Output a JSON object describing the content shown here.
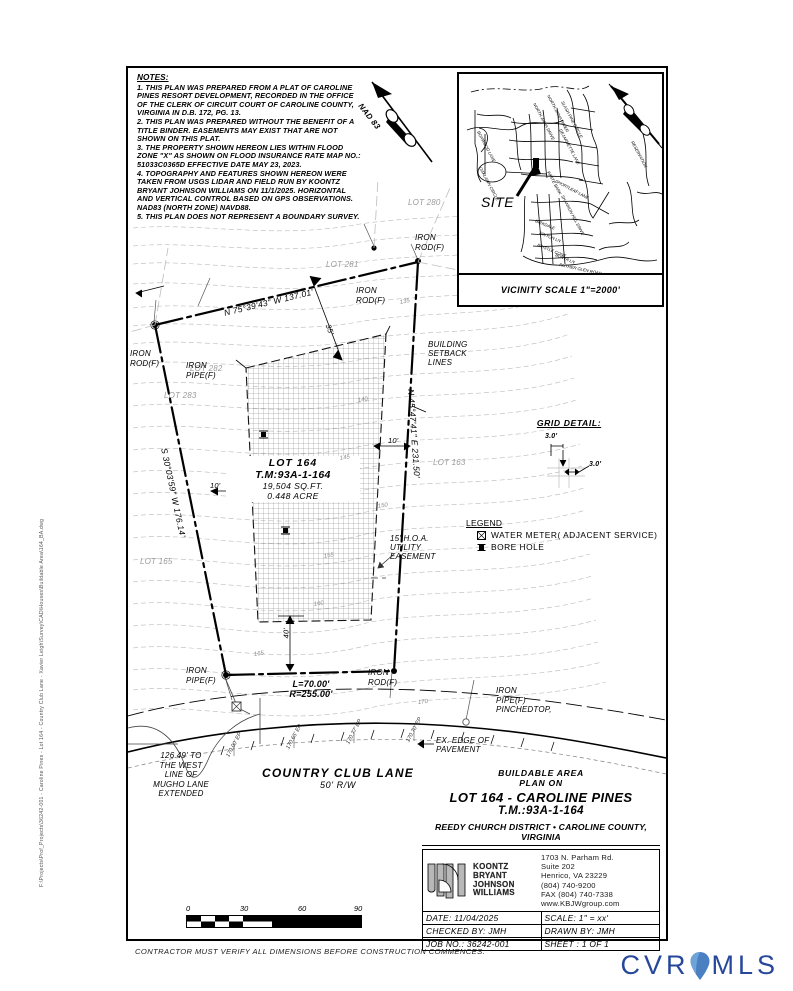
{
  "notes": {
    "heading": "NOTES:",
    "items": [
      "1. THIS PLAN WAS PREPARED FROM A PLAT OF CAROLINE PINES RESORT DEVELOPMENT, RECORDED IN THE OFFICE OF THE CLERK OF CIRCUIT COURT OF CAROLINE COUNTY, VIRGINIA IN D.B. 172, PG. 13.",
      "2. THIS PLAN WAS PREPARED WITHOUT THE BENEFIT OF A TITLE BINDER. EASEMENTS MAY EXIST THAT ARE NOT SHOWN ON THIS PLAT.",
      "3. THE PROPERTY SHOWN HEREON LIES WITHIN FLOOD ZONE \"X\" AS SHOWN ON FLOOD INSURANCE RATE MAP NO.: 51033C0365D EFFECTIVE DATE MAY 23, 2023.",
      "4. TOPOGRAPHY AND FEATURES SHOWN HEREON WERE TAKEN FROM USGS LIDAR AND FIELD RUN BY KOONTZ BRYANT JOHNSON WILLIAMS ON 11/1/2025. HORIZONTAL AND VERTICAL CONTROL BASED ON GPS OBSERVATIONS. NAD83 (NORTH ZONE) NAVD88.",
      "5. THIS PLAN DOES NOT REPRESENT A BOUNDARY SURVEY."
    ]
  },
  "north_arrow": {
    "label": "NAD 83"
  },
  "vicinity": {
    "site_label": "SITE",
    "scale_caption": "VICINITY SCALE 1\"=2000'",
    "streets": [
      "NORTH ANNA DRIVE",
      "NORTH ANNA RIVER",
      "SLASH PINE CIRCLE",
      "BOXWOOD LANE",
      "OAKLAWN CIRCLE",
      "DEJARNETTE LANE",
      "WHITE BARK",
      "SHORTLEAF LANE",
      "SHANNON HILL DRIVE",
      "BIRKDALE",
      "PINYON LN",
      "BRISTLE CONE",
      "BUNYA LN",
      "RUTHER GLEN ROAD",
      "RESERVATION"
    ]
  },
  "grid_detail": {
    "title": "GRID DETAIL:",
    "dim_vertical": "3.0'",
    "dim_horizontal": "3.0'"
  },
  "legend": {
    "title": "LEGEND",
    "items": [
      {
        "symbol": "water-meter",
        "label": "WATER METER( ADJACENT SERVICE)"
      },
      {
        "symbol": "bore-hole",
        "label": "BORE HOLE"
      }
    ]
  },
  "lot": {
    "name": "LOT 164",
    "tax_map": "T.M:93A-1-164",
    "area_sqft": "19,504 SQ.FT.",
    "area_acre": "0.448 ACRE"
  },
  "adjoining_lots": [
    "LOT 280",
    "LOT 281",
    "LOT 282",
    "LOT 283",
    "LOT 163",
    "LOT 165"
  ],
  "monuments": [
    {
      "id": "iron-rod-nw",
      "label": "IRON\nROD(F)"
    },
    {
      "id": "iron-rod-n",
      "label": "IRON\nROD(F)"
    },
    {
      "id": "iron-rod-ne",
      "label": "IRON\nROD(F)"
    },
    {
      "id": "iron-pipe-nw",
      "label": "IRON\nPIPE(F)"
    },
    {
      "id": "iron-pipe-sw",
      "label": "IRON\nPIPE(F)"
    },
    {
      "id": "iron-rod-se",
      "label": "IRON\nROD(F)"
    },
    {
      "id": "iron-pipe-pinched",
      "label": "IRON\nPIPE(F)\nPINCHEDTOP,"
    }
  ],
  "bearings": {
    "north": "N 75°39'43\" W  137.01'",
    "east": "N 45°47'41\" E  231.50'",
    "west": "S 30°03'59\" W  176.14'"
  },
  "curve": {
    "length": "L=70.00'",
    "radius": "R=255.00'"
  },
  "dimensions": {
    "setback_front": "35'",
    "setback_side_left_upper": "10'",
    "setback_side_left_lower": "10'",
    "setback_side_right": "10'",
    "setback_rear": "40'"
  },
  "annotations": {
    "building_setback": "BUILDING\nSETBACK\nLINES",
    "hoa_easement": "15' H.O.A.\nUTILITY\nEASEMENT",
    "edge_of_pavement": "EX. EDGE OF\nPAVEMENT",
    "west_line_note": "126.49' TO\nTHE WEST\nLINE OF\nMUGHO LANE\nEXTENDED"
  },
  "street": {
    "name": "COUNTRY CLUB LANE",
    "row": "50' R/W"
  },
  "spot_elevations": [
    "170.00'  EP",
    "170.65'  EP",
    "170.77'  EP",
    "170.70'  EP"
  ],
  "contours": [
    "135",
    "140",
    "145",
    "150",
    "155",
    "160",
    "165",
    "170"
  ],
  "title_block": {
    "line1": "BUILDABLE AREA",
    "line2": "PLAN ON",
    "line3": "LOT 164 - CAROLINE PINES",
    "line4": "T.M.:93A-1-164",
    "line5": "REEDY CHURCH DISTRICT • CAROLINE COUNTY, VIRGINIA",
    "firm": [
      "KOONTZ",
      "BRYANT",
      "JOHNSON",
      "WILLIAMS"
    ],
    "address": [
      "1703 N. Parham Rd.",
      "Suite 202",
      "Henrico, VA 23229",
      "(804) 740-9200",
      "FAX (804) 740-7338",
      "www.KBJWgroup.com"
    ],
    "fields": [
      {
        "label": "DATE:",
        "value": "11/04/2025"
      },
      {
        "label": "SCALE:",
        "value": "1\" = xx'"
      },
      {
        "label": "CHECKED BY:",
        "value": "JMH"
      },
      {
        "label": "DRAWN BY:",
        "value": "JMH"
      },
      {
        "label": "JOB NO.:",
        "value": "36242-001"
      },
      {
        "label": "SHEET :",
        "value": "1 OF 1"
      }
    ]
  },
  "scale_bar": {
    "ticks": [
      "0",
      "30",
      "60",
      "90"
    ]
  },
  "footer": {
    "disclaimer": "CONTRACTOR MUST VERIFY ALL DIMENSIONS BEFORE CONSTRUCTION COMMENCES."
  },
  "watermark": {
    "text": "CVRMLS",
    "color": "#27489a"
  },
  "file_path": "F:\\Projects\\Prof_Projects\\36242-001 - Caroline Pines - Lot 164 - Country Club Lane - Xavier Leigh\\Survey\\CAD\\Houses\\Buildable Area\\164_BA.dwg"
}
